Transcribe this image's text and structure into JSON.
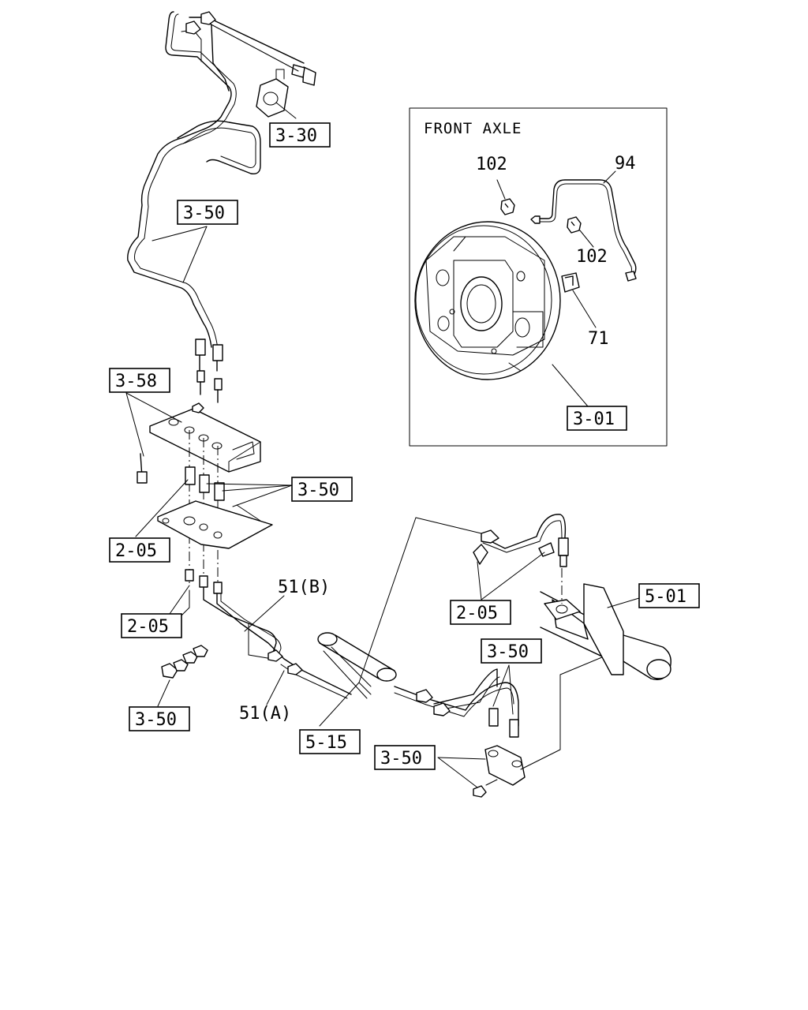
{
  "inset": {
    "title": "FRONT AXLE",
    "parts": {
      "p102a": "102",
      "p94": "94",
      "p102b": "102",
      "p71": "71",
      "p301": "3-01"
    }
  },
  "callouts": {
    "c330": "3-30",
    "c350_top": "3-50",
    "c358": "3-58",
    "c350_mid": "3-50",
    "c205_upper": "2-05",
    "c205_lower": "2-05",
    "c51b": "51(B)",
    "c51a": "51(A)",
    "c350_left": "3-50",
    "c515": "5-15",
    "c205_right": "2-05",
    "c501": "5-01",
    "c350_right": "3-50",
    "c350_bottom": "3-50"
  }
}
